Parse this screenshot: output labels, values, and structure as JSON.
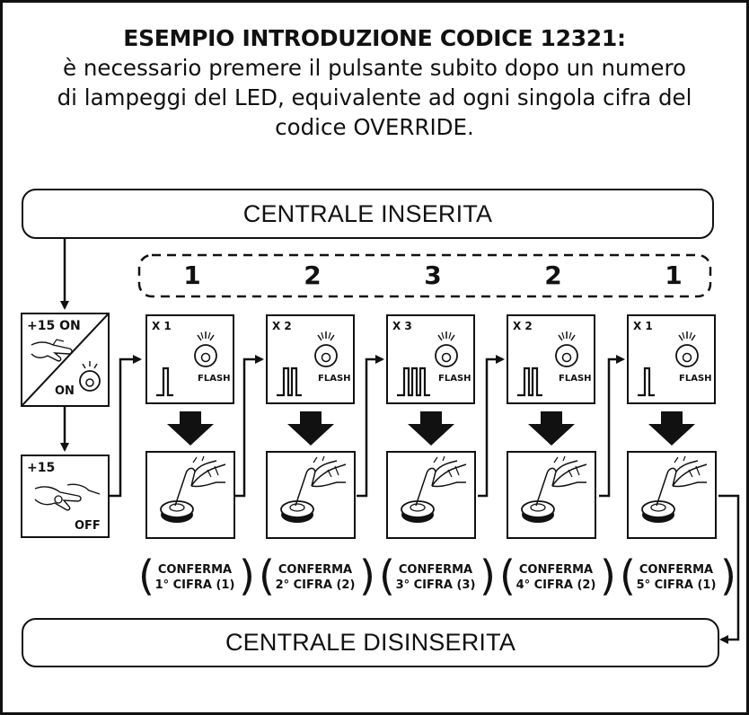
{
  "header": {
    "title": "ESEMPIO INTRODUZIONE  CODICE 12321:",
    "desc": [
      "è necessario premere il pulsante subito dopo un numero",
      "di  lampeggi del LED, equivalente ad ogni singola cifra  del",
      "codice OVERRIDE."
    ]
  },
  "top_box": "CENTRALE INSERITA",
  "bottom_box": "CENTRALE DISINSERITA",
  "digits": [
    "1",
    "2",
    "3",
    "2",
    "1"
  ],
  "start": {
    "on_tag": "+15 ON",
    "on_label": "ON",
    "off_tag": "+15",
    "off_label": "OFF"
  },
  "steps": [
    {
      "count": "X 1",
      "flash": "FLASH",
      "cap1": "CONFERMA",
      "cap2": "1° CIFRA (1)",
      "pulses": 1
    },
    {
      "count": "X 2",
      "flash": "FLASH",
      "cap1": "CONFERMA",
      "cap2": "2° CIFRA (2)",
      "pulses": 2
    },
    {
      "count": "X 3",
      "flash": "FLASH",
      "cap1": "CONFERMA",
      "cap2": "3° CIFRA (3)",
      "pulses": 3
    },
    {
      "count": "X 2",
      "flash": "FLASH",
      "cap1": "CONFERMA",
      "cap2": "4° CIFRA (2)",
      "pulses": 2
    },
    {
      "count": "X 1",
      "flash": "FLASH",
      "cap1": "CONFERMA",
      "cap2": "5° CIFRA (1)",
      "pulses": 1
    }
  ],
  "colors": {
    "ink": "#111111",
    "background": "#ffffff"
  }
}
